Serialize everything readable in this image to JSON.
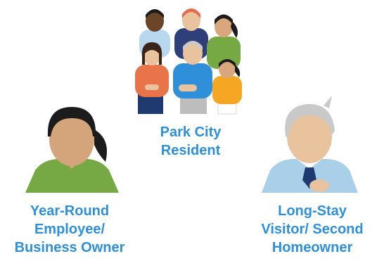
{
  "personas": [
    {
      "id": "resident",
      "label_lines": [
        "Park City",
        "Resident"
      ],
      "icon": "group-of-people-icon"
    },
    {
      "id": "employee",
      "label_lines": [
        "Year-Round",
        "Employee/",
        "Business Owner"
      ],
      "icon": "woman-ponytail-icon"
    },
    {
      "id": "visitor",
      "label_lines": [
        "Long-Stay",
        "Visitor/ Second",
        "Homeowner"
      ],
      "icon": "gray-haired-man-tie-icon"
    }
  ],
  "colors": {
    "label_text": "#2f8fd8",
    "skin": "#d4a57a",
    "shirt_green": "#76a843",
    "shirt_lightblue": "#a9cfe9",
    "hair_gray": "#c9c9c9",
    "hair_black": "#1c1c1c",
    "tie_navy": "#1f3a6e"
  }
}
